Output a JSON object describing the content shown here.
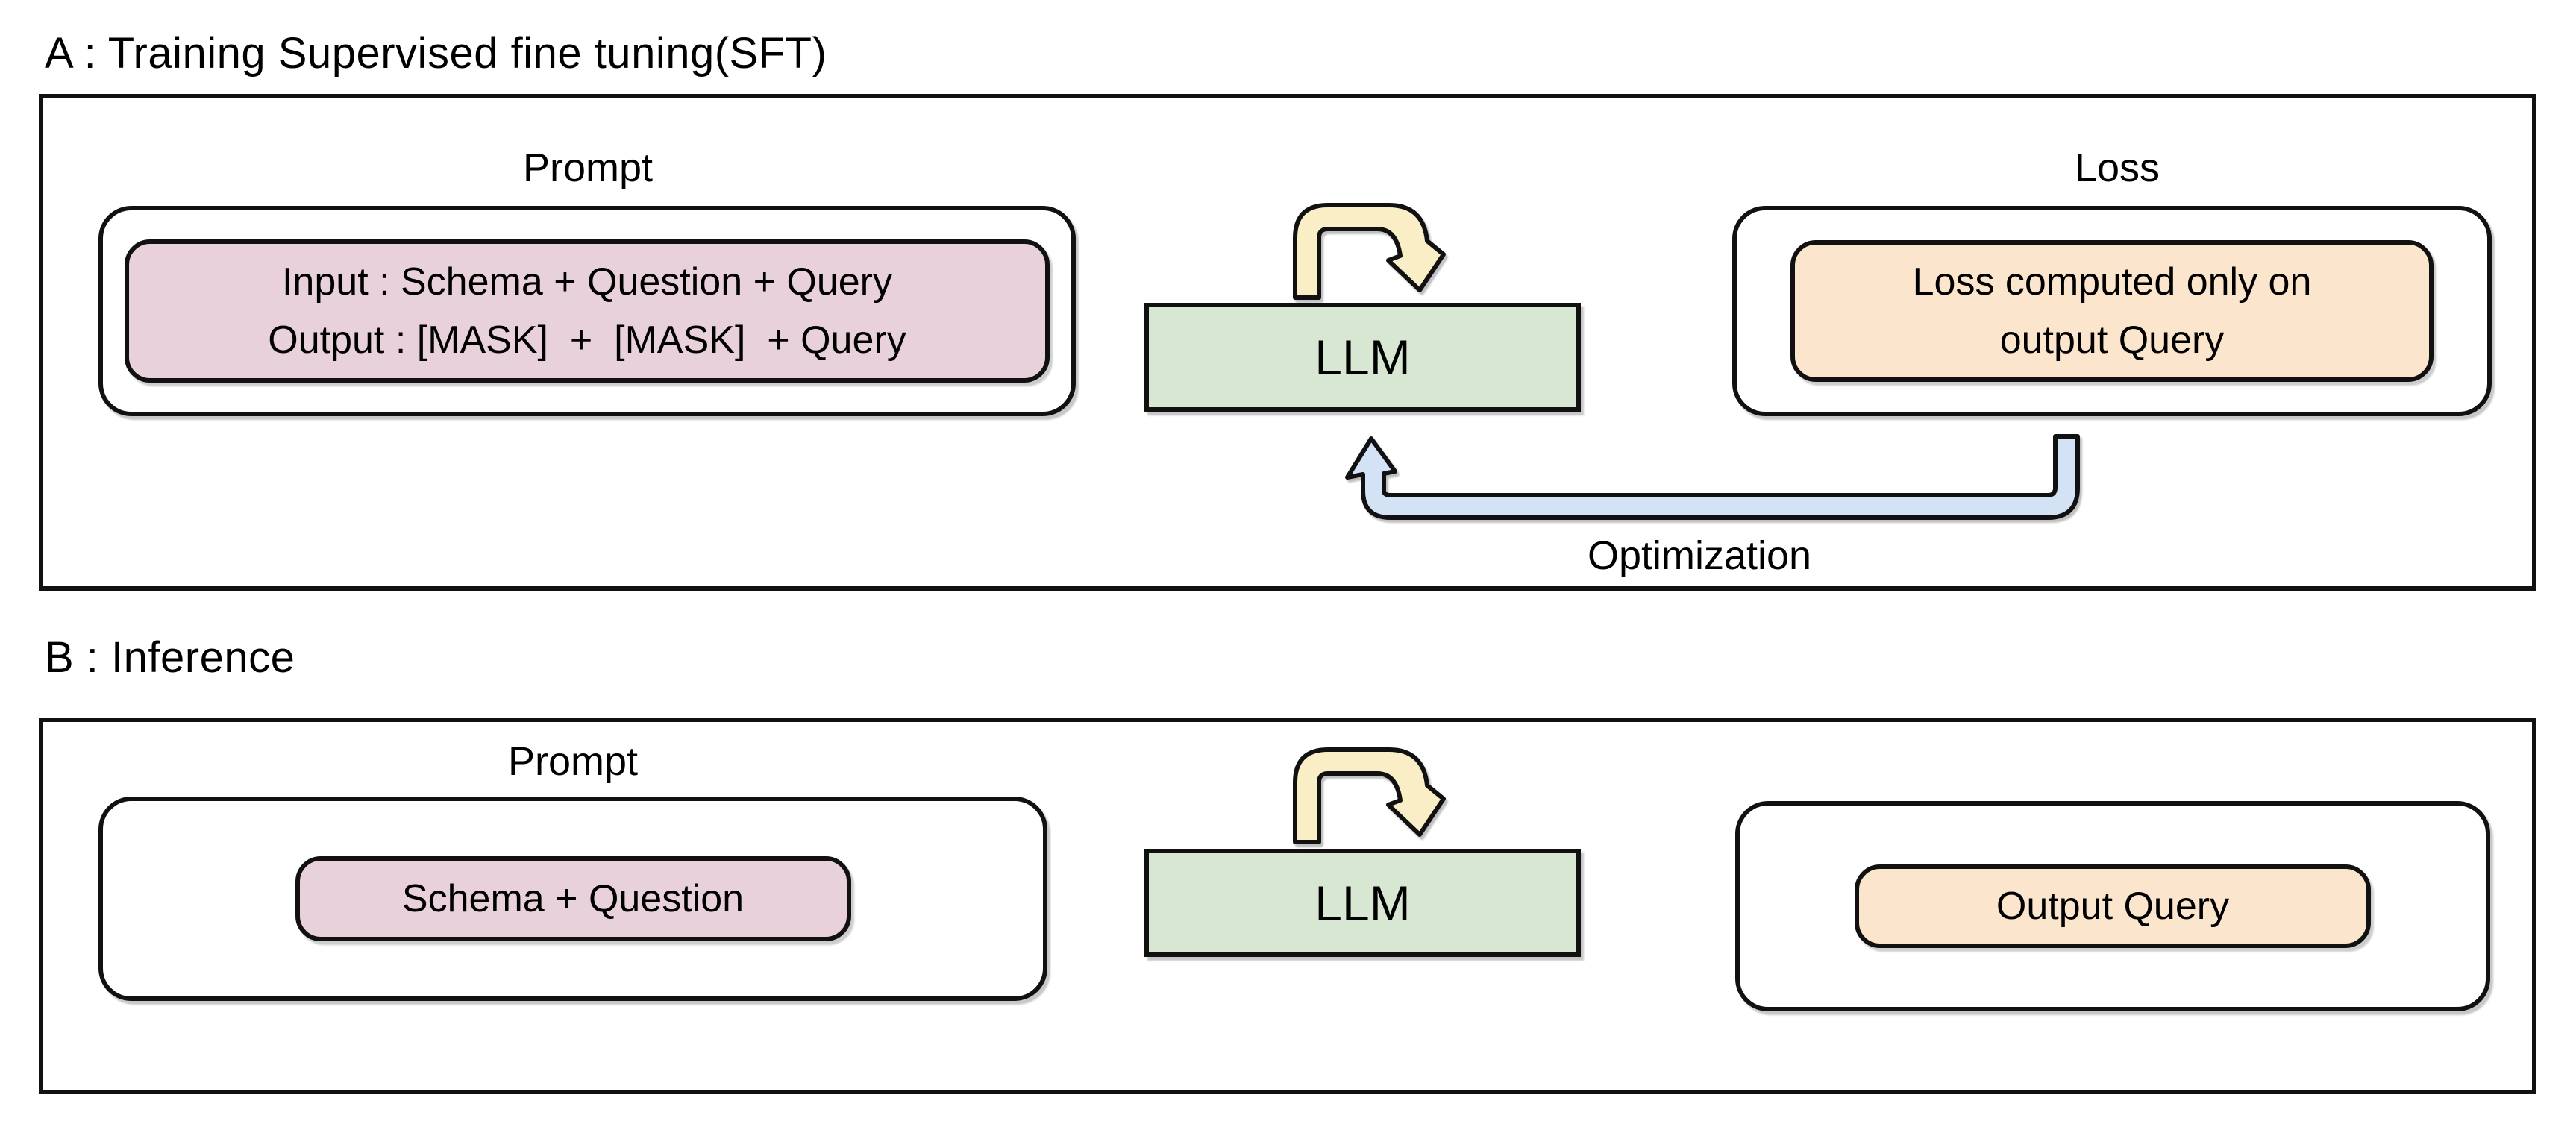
{
  "panel_a": {
    "title": "A : Training Supervised fine tuning(SFT)",
    "prompt_label": "Prompt",
    "prompt_box_text": "Input : Schema + Question + Query\nOutput : [MASK]  +  [MASK]  + Query",
    "llm_label": "LLM",
    "loss_label": "Loss",
    "loss_box_text": "Loss computed only on\noutput Query",
    "optimization_label": "Optimization"
  },
  "panel_b": {
    "title": "B : Inference",
    "prompt_label": "Prompt",
    "prompt_box_text": "Schema + Question",
    "llm_label": "LLM",
    "output_box_text": "Output Query"
  },
  "icons": {
    "self_loop_arrow": "curved-loop-arrow",
    "feedback_arrow": "optimization-feedback-arrow"
  },
  "colors": {
    "prompt_fill": "#e9d1db",
    "llm_fill": "#d7e7d1",
    "loss_output_fill": "#fce5cd",
    "loop_arrow_fill": "#f9eec6",
    "feedback_arrow_fill": "#d3e2f4",
    "outline": "#111111",
    "background": "#ffffff"
  }
}
